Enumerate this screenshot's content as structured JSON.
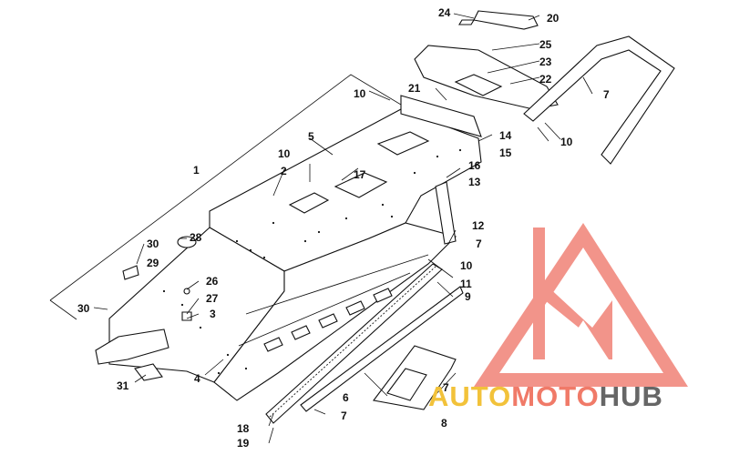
{
  "diagram": {
    "callouts": [
      "1",
      "2",
      "3",
      "4",
      "5",
      "6",
      "7",
      "7",
      "7",
      "7",
      "8",
      "9",
      "10",
      "10",
      "10",
      "10",
      "11",
      "12",
      "13",
      "14",
      "15",
      "16",
      "17",
      "18",
      "19",
      "20",
      "21",
      "22",
      "23",
      "24",
      "25",
      "26",
      "27",
      "28",
      "29",
      "30",
      "30",
      "31"
    ]
  },
  "watermark": {
    "word_part1": "AUTO",
    "word_part2": "MOTO",
    "word_part3": "HUB",
    "colors": {
      "auto": "#f2c23a",
      "moto": "#f07a68",
      "hub": "#666666",
      "logo": "#f08276"
    }
  }
}
